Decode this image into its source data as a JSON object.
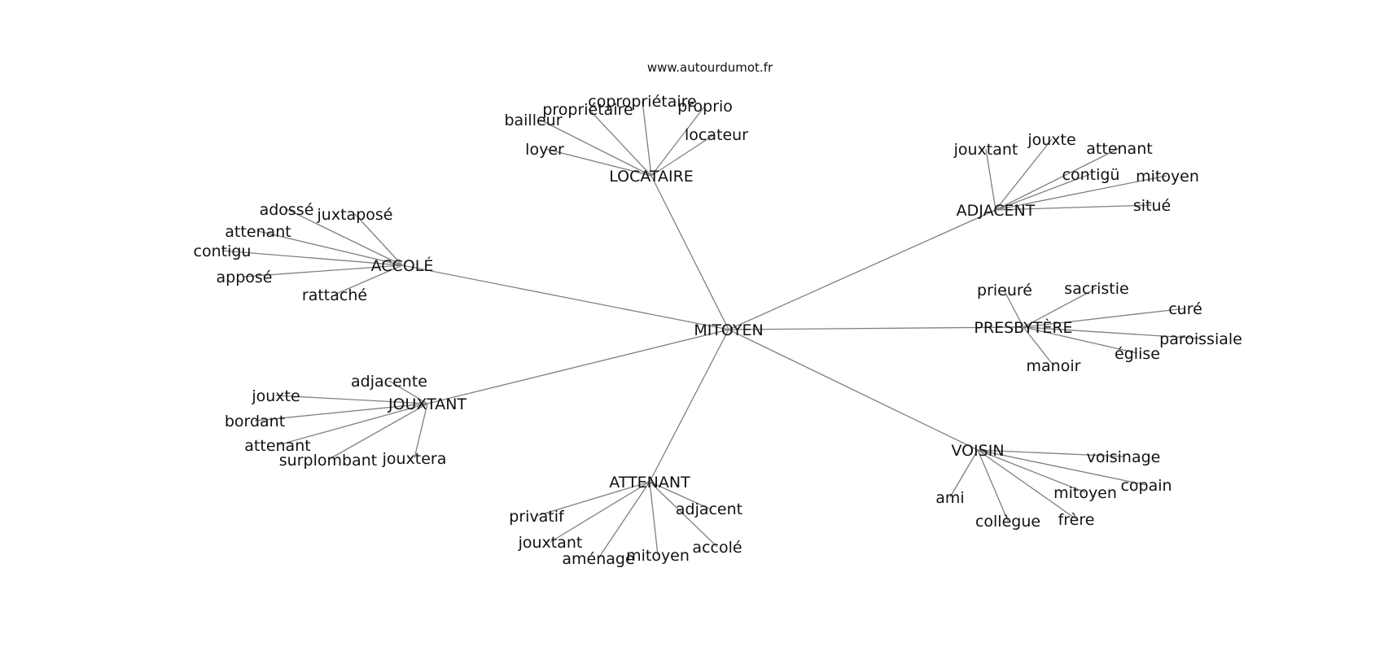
{
  "site": "www.autourdumot.fr",
  "center": "MITOYEN",
  "clusters": [
    {
      "label": "LOCATAIRE",
      "words": [
        "bailleur",
        "propriétaire",
        "copropriétaire",
        "proprio",
        "locateur",
        "loyer"
      ]
    },
    {
      "label": "ADJACENT",
      "words": [
        "jouxtant",
        "jouxte",
        "attenant",
        "contigü",
        "mitoyen",
        "situé"
      ]
    },
    {
      "label": "ACCOLÉ",
      "words": [
        "adossé",
        "juxtaposé",
        "attenant",
        "contigu",
        "apposé",
        "rattaché"
      ]
    },
    {
      "label": "PRESBYTÈRE",
      "words": [
        "prieuré",
        "sacristie",
        "curé",
        "paroissiale",
        "église",
        "manoir"
      ]
    },
    {
      "label": "JOUXTANT",
      "words": [
        "adjacente",
        "jouxte",
        "bordant",
        "attenant",
        "surplombant",
        "jouxtera"
      ]
    },
    {
      "label": "VOISIN",
      "words": [
        "voisinage",
        "copain",
        "mitoyen",
        "frère",
        "collègue",
        "ami"
      ]
    },
    {
      "label": "ATTENANT",
      "words": [
        "privatif",
        "jouxtant",
        "aménage",
        "mitoyen",
        "accolé",
        "adjacent"
      ]
    }
  ]
}
